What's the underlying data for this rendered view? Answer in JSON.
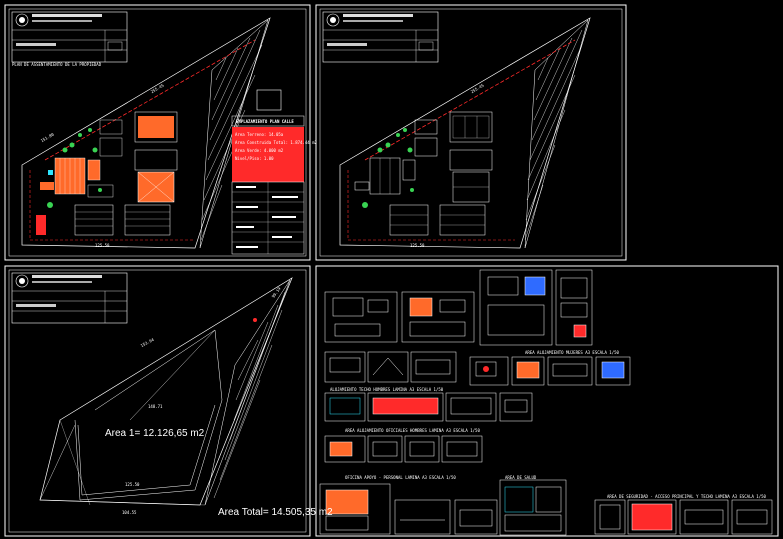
{
  "drawing": {
    "background": "#000000",
    "line_color": "#ffffff",
    "accent_red": "#ff2a2a",
    "accent_orange": "#ff6a2a",
    "accent_green": "#39d353",
    "accent_cyan": "#2ee6ff",
    "accent_blue": "#2f6bff"
  },
  "sheet1": {
    "title_block_heading": "PLAN DE ASSENTAMIENTO DE LA PROPIEDAD",
    "dim_top": "255.45",
    "dim_left": "151.80",
    "dim_bottom": "125.50",
    "info_heading": "EMPLAZAMIENTO PLAN CALLE",
    "info_line1": "Area Terreno: 14.05a",
    "info_line2": "Area Construida Total: 1.874.44 m2",
    "info_line3": "Area Verde: 4.000 m2",
    "info_line4": "Nivel/Piso: 1.00"
  },
  "sheet2": {
    "dim_top": "255.45",
    "dim_bottom": "125.50"
  },
  "sheet3": {
    "area1_label": "Area 1= 12.126,65 m2",
    "area_total_label": "Area Total= 14.505,35 m2",
    "dim_top_right": "99.19",
    "dim_top": "153.94",
    "dim_bottom1": "125.50",
    "dim_bottom2": "104.55",
    "dim_mid": "148.71"
  },
  "details": {
    "row1_label": "AREA ALOJAMIENTO MUJERES A3 ESCALA 1/50",
    "row2_label": "ALOJAMIENTO TECHO HOMBRES LAMINA A3 ESCALA 1/50",
    "row3_label": "AREA ALOJAMIENTO OFICIALES HOMBRES LAMINA A3 ESCALA 1/50",
    "row4_label": "OFICINA APOYO - PERSONAL LAMINA A3 ESCALA 1/50",
    "row4b_label": "AREA DE SALUD",
    "row5_label": "AREA DE SEGURIDAD - ACCESO PRINCIPAL Y TECHO LAMINA A3 ESCALA 1/50"
  }
}
